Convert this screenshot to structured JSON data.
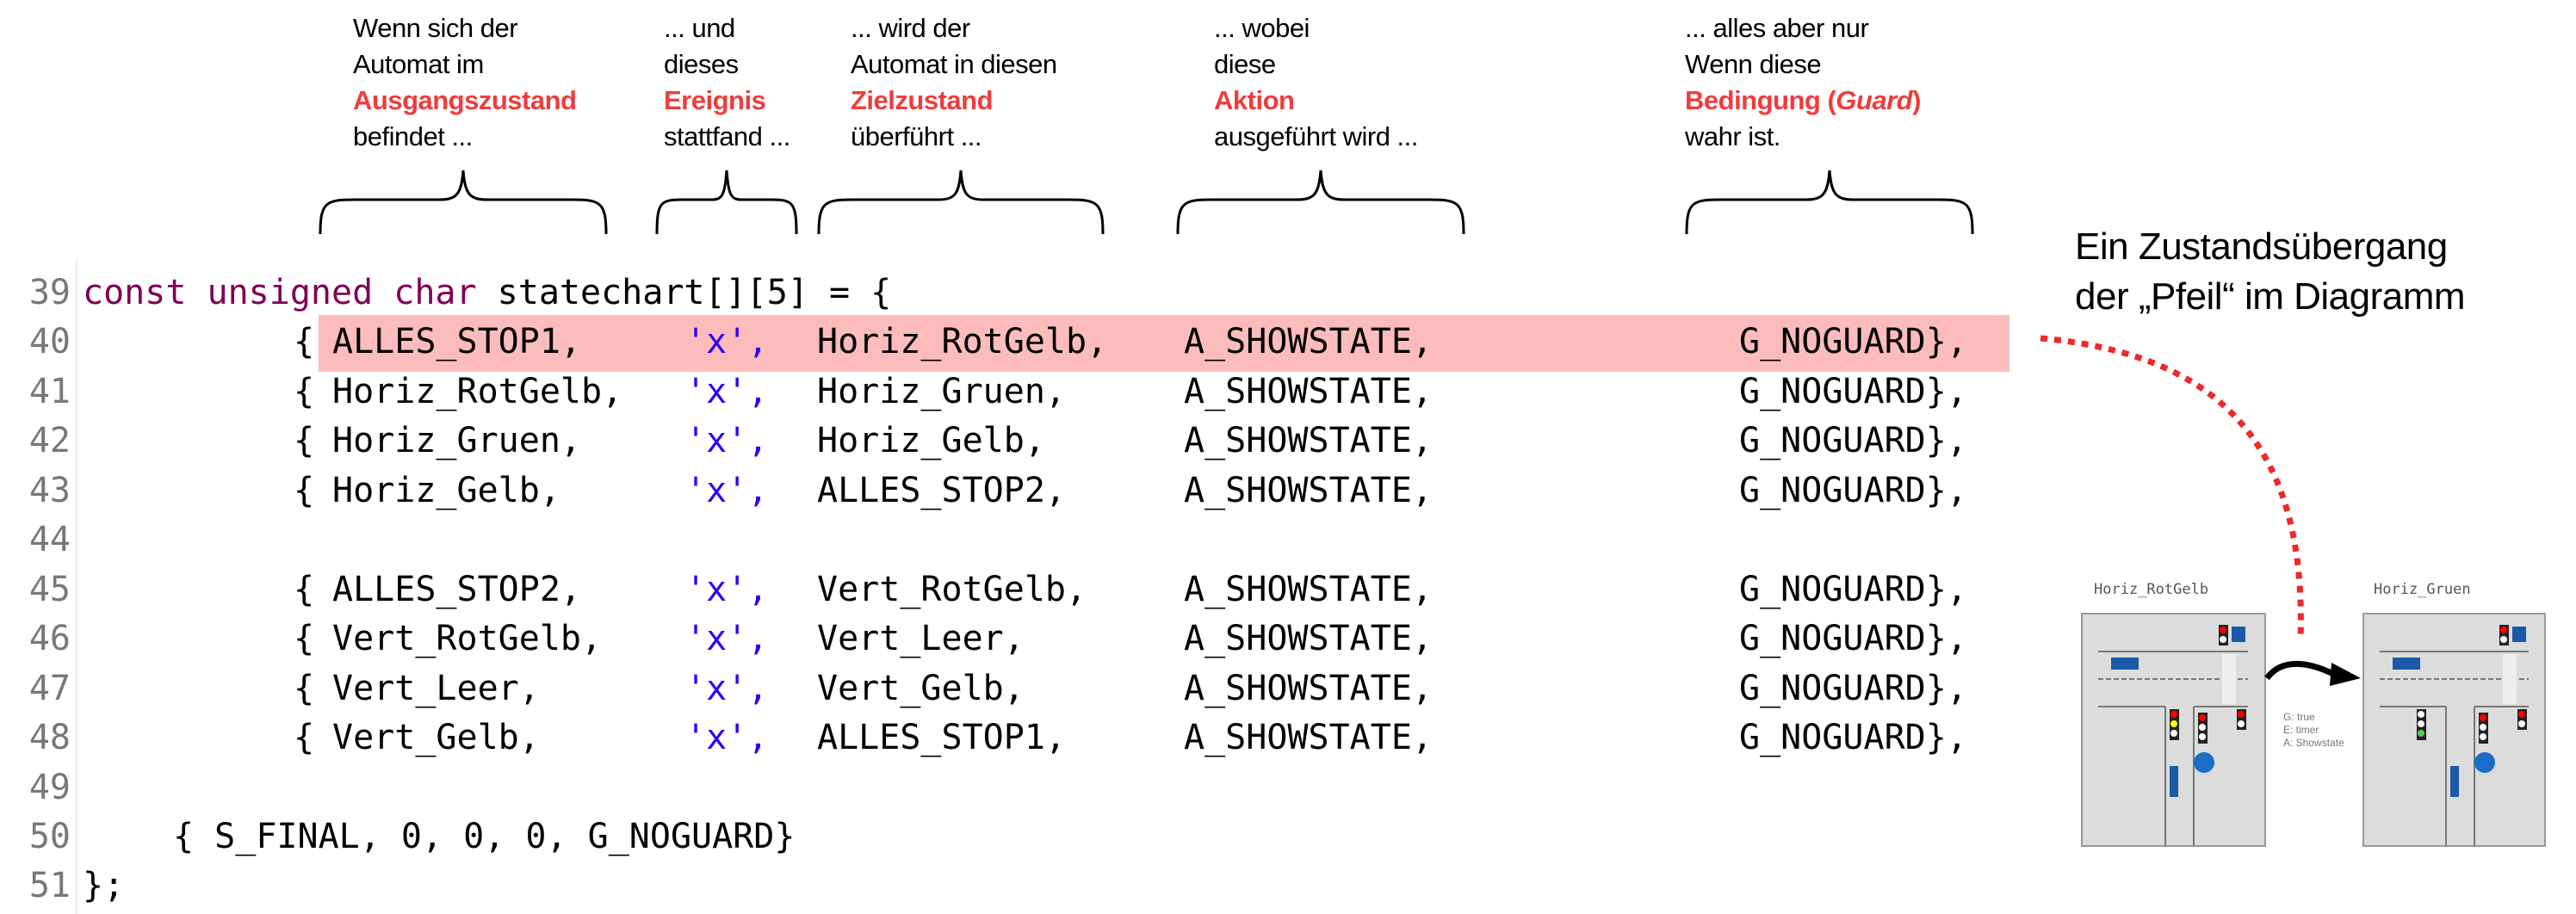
{
  "annotations": [
    {
      "lines": [
        "Wenn sich der",
        "Automat im"
      ],
      "highlight": "Ausgangszustand",
      "after": "befindet ..."
    },
    {
      "lines": [
        "... und",
        "dieses"
      ],
      "highlight": "Ereignis",
      "after": "stattfand ..."
    },
    {
      "lines": [
        "... wird der",
        "Automat in diesen"
      ],
      "highlight": "Zielzustand",
      "after": "überführt ..."
    },
    {
      "lines": [
        "... wobei",
        "diese"
      ],
      "highlight": "Aktion",
      "after": "ausgeführt wird ..."
    },
    {
      "lines": [
        "... alles aber nur",
        "Wenn diese"
      ],
      "highlight": "Bedingung (",
      "highlight_italic": "Guard",
      "highlight_end": ")",
      "after": "wahr ist."
    }
  ],
  "code": {
    "header": {
      "num": "39",
      "kw1": "const",
      "kw2": "unsigned",
      "kw3": "char",
      "rest": " statechart[][5] = {"
    },
    "rows": [
      {
        "num": "40",
        "from": "ALLES_STOP1,",
        "event": "'x',",
        "to": "Horiz_RotGelb,",
        "action": "A_SHOWSTATE,",
        "guard": "G_NOGUARD},"
      },
      {
        "num": "41",
        "from": "Horiz_RotGelb,",
        "event": "'x',",
        "to": "Horiz_Gruen,",
        "action": "A_SHOWSTATE,",
        "guard": "G_NOGUARD},"
      },
      {
        "num": "42",
        "from": "Horiz_Gruen,",
        "event": "'x',",
        "to": "Horiz_Gelb,",
        "action": "A_SHOWSTATE,",
        "guard": "G_NOGUARD},"
      },
      {
        "num": "43",
        "from": "Horiz_Gelb,",
        "event": "'x',",
        "to": "ALLES_STOP2,",
        "action": "A_SHOWSTATE,",
        "guard": "G_NOGUARD},"
      },
      {
        "num": "44"
      },
      {
        "num": "45",
        "from": "ALLES_STOP2,",
        "event": "'x',",
        "to": "Vert_RotGelb,",
        "action": "A_SHOWSTATE,",
        "guard": "G_NOGUARD},"
      },
      {
        "num": "46",
        "from": "Vert_RotGelb,",
        "event": "'x',",
        "to": "Vert_Leer,",
        "action": "A_SHOWSTATE,",
        "guard": "G_NOGUARD},"
      },
      {
        "num": "47",
        "from": "Vert_Leer,",
        "event": "'x',",
        "to": "Vert_Gelb,",
        "action": "A_SHOWSTATE,",
        "guard": "G_NOGUARD},"
      },
      {
        "num": "48",
        "from": "Vert_Gelb,",
        "event": "'x',",
        "to": "ALLES_STOP1,",
        "action": "A_SHOWSTATE,",
        "guard": "G_NOGUARD},"
      },
      {
        "num": "49"
      }
    ],
    "brace_open": "{",
    "final": {
      "num": "50",
      "text": "{ S_FINAL, 0, 0, 0, G_NOGUARD}"
    },
    "close": {
      "num": "51",
      "text": "};"
    }
  },
  "side_title": [
    "Ein Zustandsübergang",
    "der „Pfeil“ im Diagramm"
  ],
  "diagram": {
    "left_state": "Horiz_RotGelb",
    "right_state": "Horiz_Gruen",
    "transition_label": [
      "G: true",
      "E: timer",
      "A: Showstate"
    ]
  },
  "colors": {
    "highlight": "#f03c3c",
    "keyword": "#7f0055",
    "char_literal": "#2a00ff",
    "row_highlight": "#fcbcbc"
  }
}
